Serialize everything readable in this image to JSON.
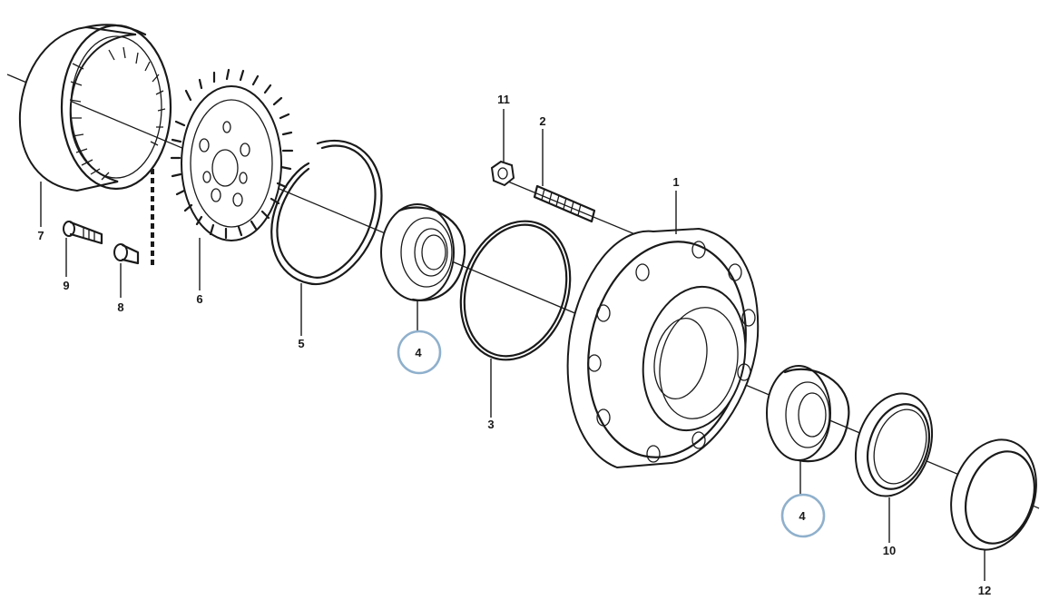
{
  "callouts": [
    {
      "id": "1",
      "text": "1"
    },
    {
      "id": "2",
      "text": "2"
    },
    {
      "id": "3",
      "text": "3"
    },
    {
      "id": "4a",
      "text": "4"
    },
    {
      "id": "4b",
      "text": "4"
    },
    {
      "id": "5",
      "text": "5"
    },
    {
      "id": "6",
      "text": "6"
    },
    {
      "id": "7",
      "text": "7"
    },
    {
      "id": "8",
      "text": "8"
    },
    {
      "id": "9",
      "text": "9"
    },
    {
      "id": "10",
      "text": "10"
    },
    {
      "id": "11",
      "text": "11"
    },
    {
      "id": "12",
      "text": "12"
    }
  ],
  "colors": {
    "highlight_circle": "#8fb0cc",
    "line": "#1a1a1a"
  }
}
